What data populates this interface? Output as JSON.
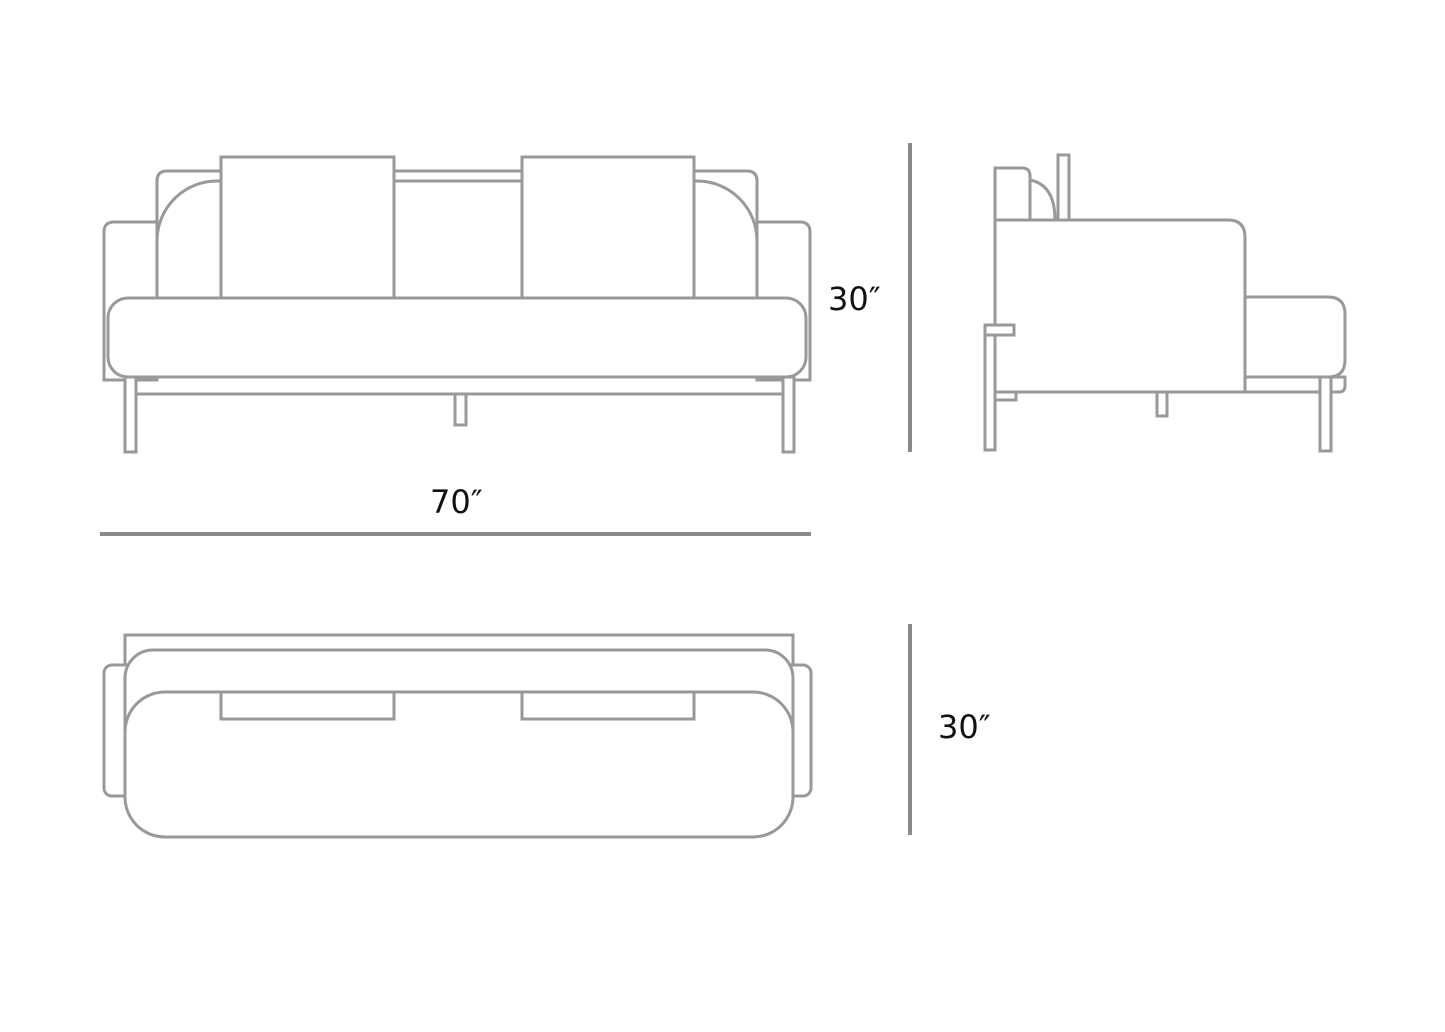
{
  "dimensions": {
    "front_height": "30″",
    "front_width": "70″",
    "top_depth": "30″"
  },
  "colors": {
    "outline": "#999999",
    "dimension_line": "#8a8a8a",
    "text": "#111111"
  }
}
